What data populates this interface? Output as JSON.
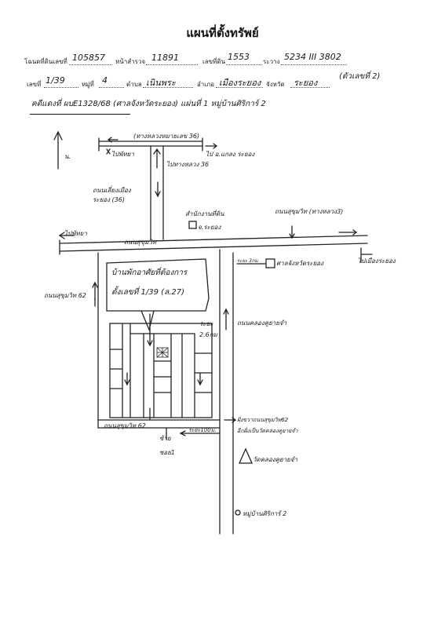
{
  "header": {
    "title": "แผนที่ตั้งทรัพย์",
    "row1": {
      "deed_label": "โฉนดที่ดินเลขที่",
      "deed_value": "105857",
      "survey_page_label": "หน้าสำรวจ",
      "survey_page_value": "11891",
      "land_no_label": "เลขที่ดิน",
      "land_no_value": "1553",
      "sheet_label": "ระวาง",
      "sheet_value": "5234 III 3802"
    },
    "row2": {
      "no_label": "เลขที่",
      "no_value": "1/39",
      "moo_label": "หมู่ที่",
      "moo_value": "4",
      "tambon_label": "ตำบล",
      "tambon_value": "เนินพระ",
      "amphoe_label": "อำเภอ",
      "amphoe_value": "เมืองระยอง",
      "province_label": "จังหวัด",
      "province_value": "ระยอง",
      "note_value": "(ตัวเลขที่ 2)"
    },
    "case_line": "คดีแดงที่ ผบE1328/68 (ศาลจังหวัดระยอง) แผ่นที่ 1 หมู่บ้านศิริการ์ 2"
  },
  "map": {
    "north_label": "น.",
    "top_road": "(ทางหลวงหมายเลข 36)",
    "mahachai": "ไปพัทยา",
    "to_rayong_top": "ไป อ.แกลง ระยอง",
    "hwy36": "ไปทางหลวง 36",
    "bypass_road": "ถนนเลี่ยงเมือง ระยอง (36)",
    "office_name": "สำนักงานที่ดิน",
    "office_sub": "จ.ระยอง",
    "sukhumvit_hwy3": "ถนนสุขุมวิท (ทางหลวง3)",
    "pattaya_left": "ไปพัทยา",
    "sukhumvit_road": "ถนนสุขุมวิท",
    "district_office_dist": "ระยะ 3กม.",
    "district_office": "ศาลจังหวัดระยอง",
    "to_rayong_right": "ไปเมืองระยอง",
    "soi62_left": "ถนนสุขุมวิท 62",
    "property_label_1": "บ้านพักอาศัยที่ต้องการ",
    "property_label_2": "ตั้งเลขที่ 1/39 (ล.27)",
    "soi_left_dist": "ระยะ 2.6กม",
    "right_soi": "ถนนคลองคูยายจำ",
    "soi62_bottom": "ถนนสุขุมวิท 62",
    "soi_entry_left_1": "ซ้าย",
    "soi_entry_left_2": "ซอย1",
    "dist_100": "ระยะ100ม.",
    "bottom_note_1": "ฝั่งขวาถนนสุขุมวิท62",
    "bottom_note_2": "อีกฝั่งเป็นวัดคลองคูยายจำ",
    "temple": "วัดคลองคูยายจำ",
    "village": "หมู่บ้านศิริการ์ 2"
  }
}
